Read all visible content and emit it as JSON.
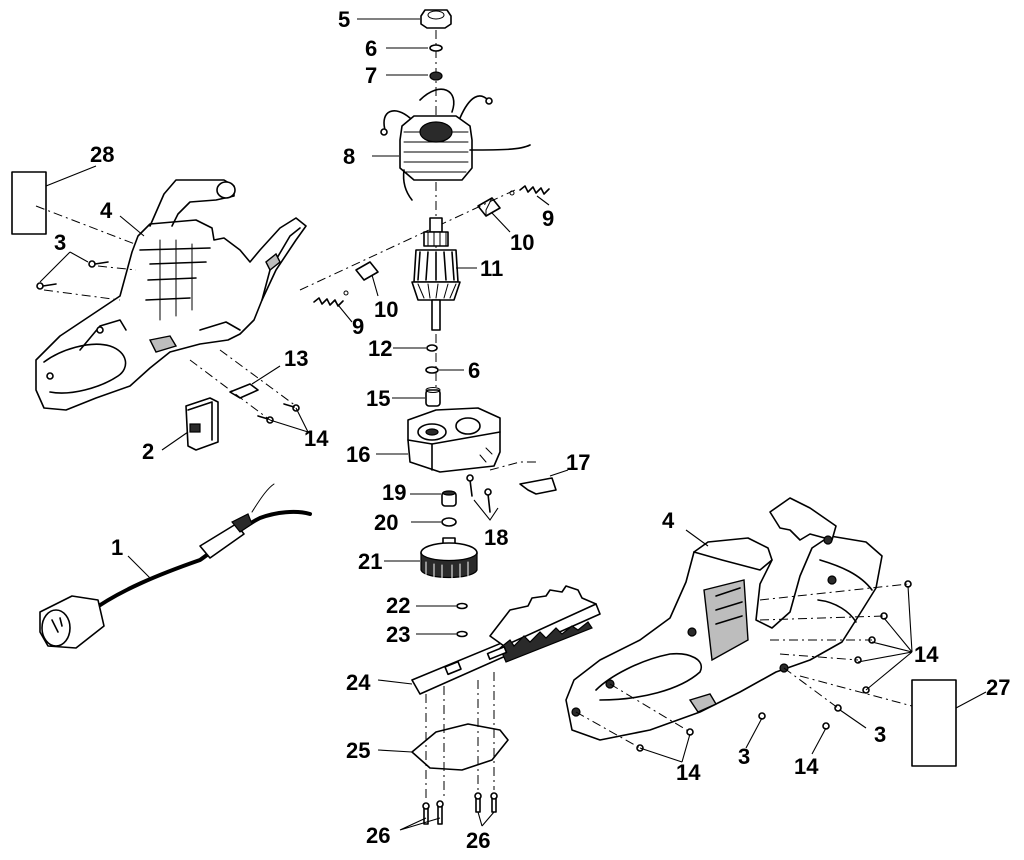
{
  "callouts": [
    {
      "id": "c5",
      "text": "5"
    },
    {
      "id": "c6a",
      "text": "6"
    },
    {
      "id": "c7",
      "text": "7"
    },
    {
      "id": "c8",
      "text": "8"
    },
    {
      "id": "c9a",
      "text": "9"
    },
    {
      "id": "c10a",
      "text": "10"
    },
    {
      "id": "c11",
      "text": "11"
    },
    {
      "id": "c10b",
      "text": "10"
    },
    {
      "id": "c9b",
      "text": "9"
    },
    {
      "id": "c12",
      "text": "12"
    },
    {
      "id": "c6b",
      "text": "6"
    },
    {
      "id": "c15",
      "text": "15"
    },
    {
      "id": "c16",
      "text": "16"
    },
    {
      "id": "c17",
      "text": "17"
    },
    {
      "id": "c19",
      "text": "19"
    },
    {
      "id": "c18",
      "text": "18"
    },
    {
      "id": "c20",
      "text": "20"
    },
    {
      "id": "c21",
      "text": "21"
    },
    {
      "id": "c22",
      "text": "22"
    },
    {
      "id": "c23",
      "text": "23"
    },
    {
      "id": "c24",
      "text": "24"
    },
    {
      "id": "c25",
      "text": "25"
    },
    {
      "id": "c26a",
      "text": "26"
    },
    {
      "id": "c26b",
      "text": "26"
    },
    {
      "id": "c28",
      "text": "28"
    },
    {
      "id": "c4a",
      "text": "4"
    },
    {
      "id": "c3a",
      "text": "3"
    },
    {
      "id": "c13",
      "text": "13"
    },
    {
      "id": "c14a",
      "text": "14"
    },
    {
      "id": "c2",
      "text": "2"
    },
    {
      "id": "c1",
      "text": "1"
    },
    {
      "id": "c4b",
      "text": "4"
    },
    {
      "id": "c14b",
      "text": "14"
    },
    {
      "id": "c27",
      "text": "27"
    },
    {
      "id": "c3b",
      "text": "3"
    },
    {
      "id": "c14c",
      "text": "14"
    },
    {
      "id": "c3c",
      "text": "3"
    },
    {
      "id": "c14d",
      "text": "14"
    }
  ]
}
